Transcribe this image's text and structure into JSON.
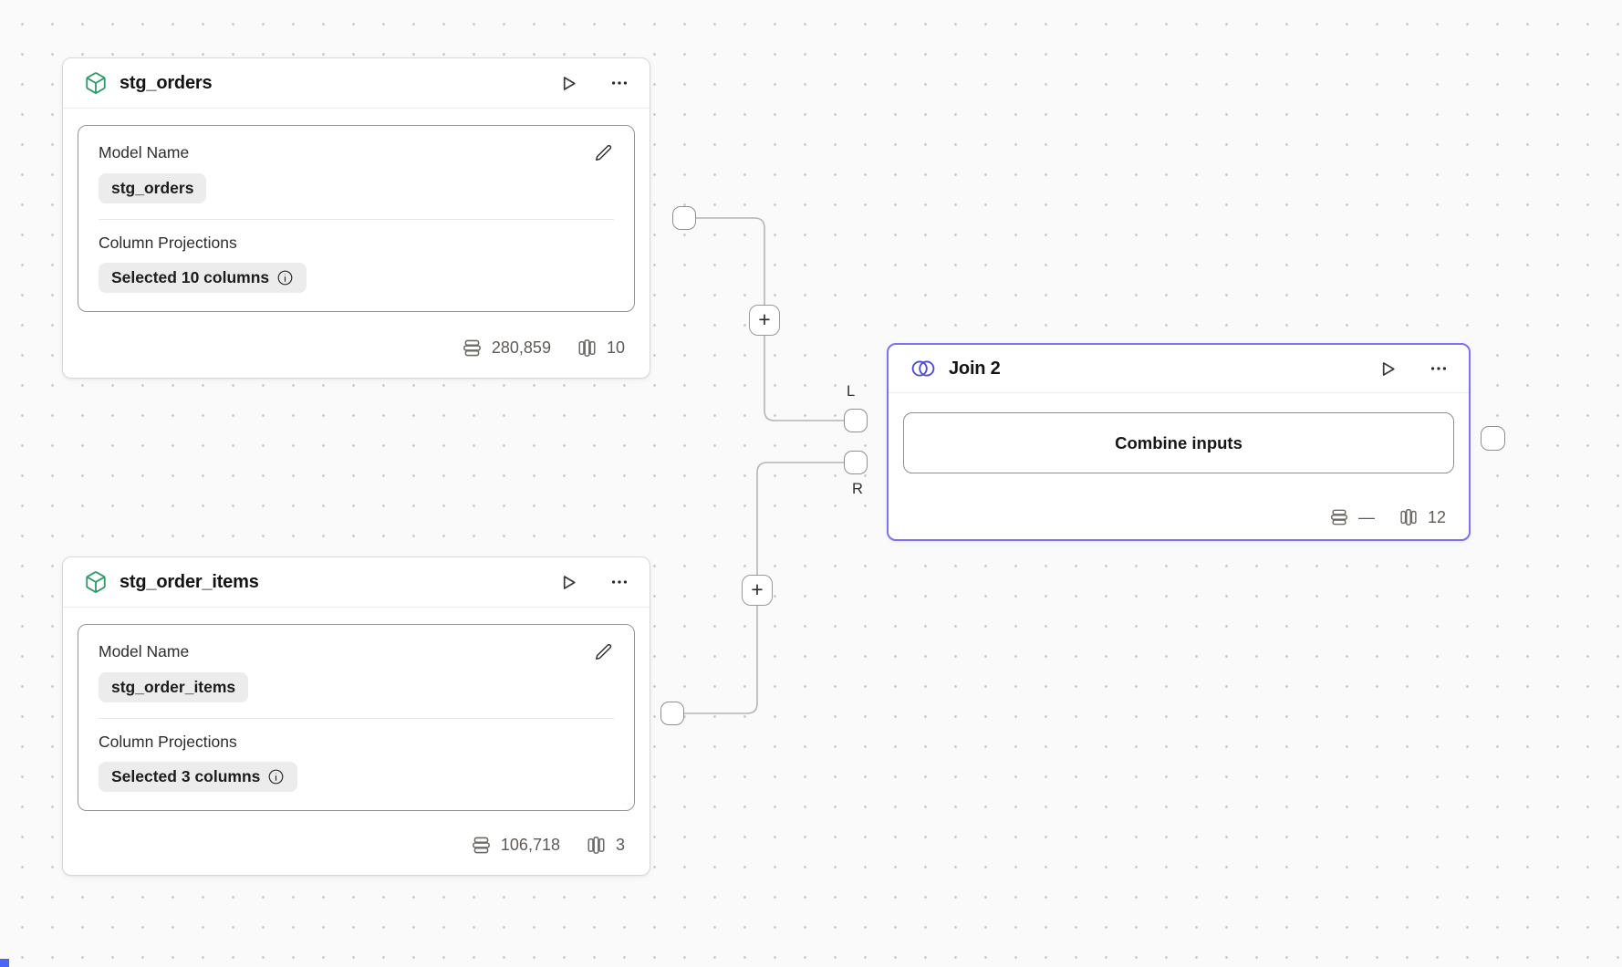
{
  "canvas": {
    "background_color": "#fafafa",
    "dot_color": "#c9c9c9"
  },
  "nodes": {
    "stg_orders": {
      "title": "stg_orders",
      "icon": "cube-icon",
      "model_name": {
        "label": "Model Name",
        "value": "stg_orders"
      },
      "projections": {
        "label": "Column Projections",
        "value": "Selected 10 columns"
      },
      "stats": {
        "rows": "280,859",
        "columns": "10"
      }
    },
    "stg_order_items": {
      "title": "stg_order_items",
      "icon": "cube-icon",
      "model_name": {
        "label": "Model Name",
        "value": "stg_order_items"
      },
      "projections": {
        "label": "Column Projections",
        "value": "Selected 3 columns"
      },
      "stats": {
        "rows": "106,718",
        "columns": "3"
      }
    },
    "join_2": {
      "title": "Join 2",
      "icon": "join-icon",
      "selected": true,
      "button_label": "Combine inputs",
      "stats": {
        "rows": "—",
        "columns": "12"
      },
      "input_ports": {
        "left": "L",
        "right": "R"
      }
    }
  },
  "connectors": {
    "add_step_label": "+"
  },
  "colors": {
    "model_icon": "#2f9c68",
    "join_icon": "#4f4cdb",
    "selected_border": "#7f72ef",
    "wire": "#b5b5b5",
    "chip_background": "#ececec"
  }
}
